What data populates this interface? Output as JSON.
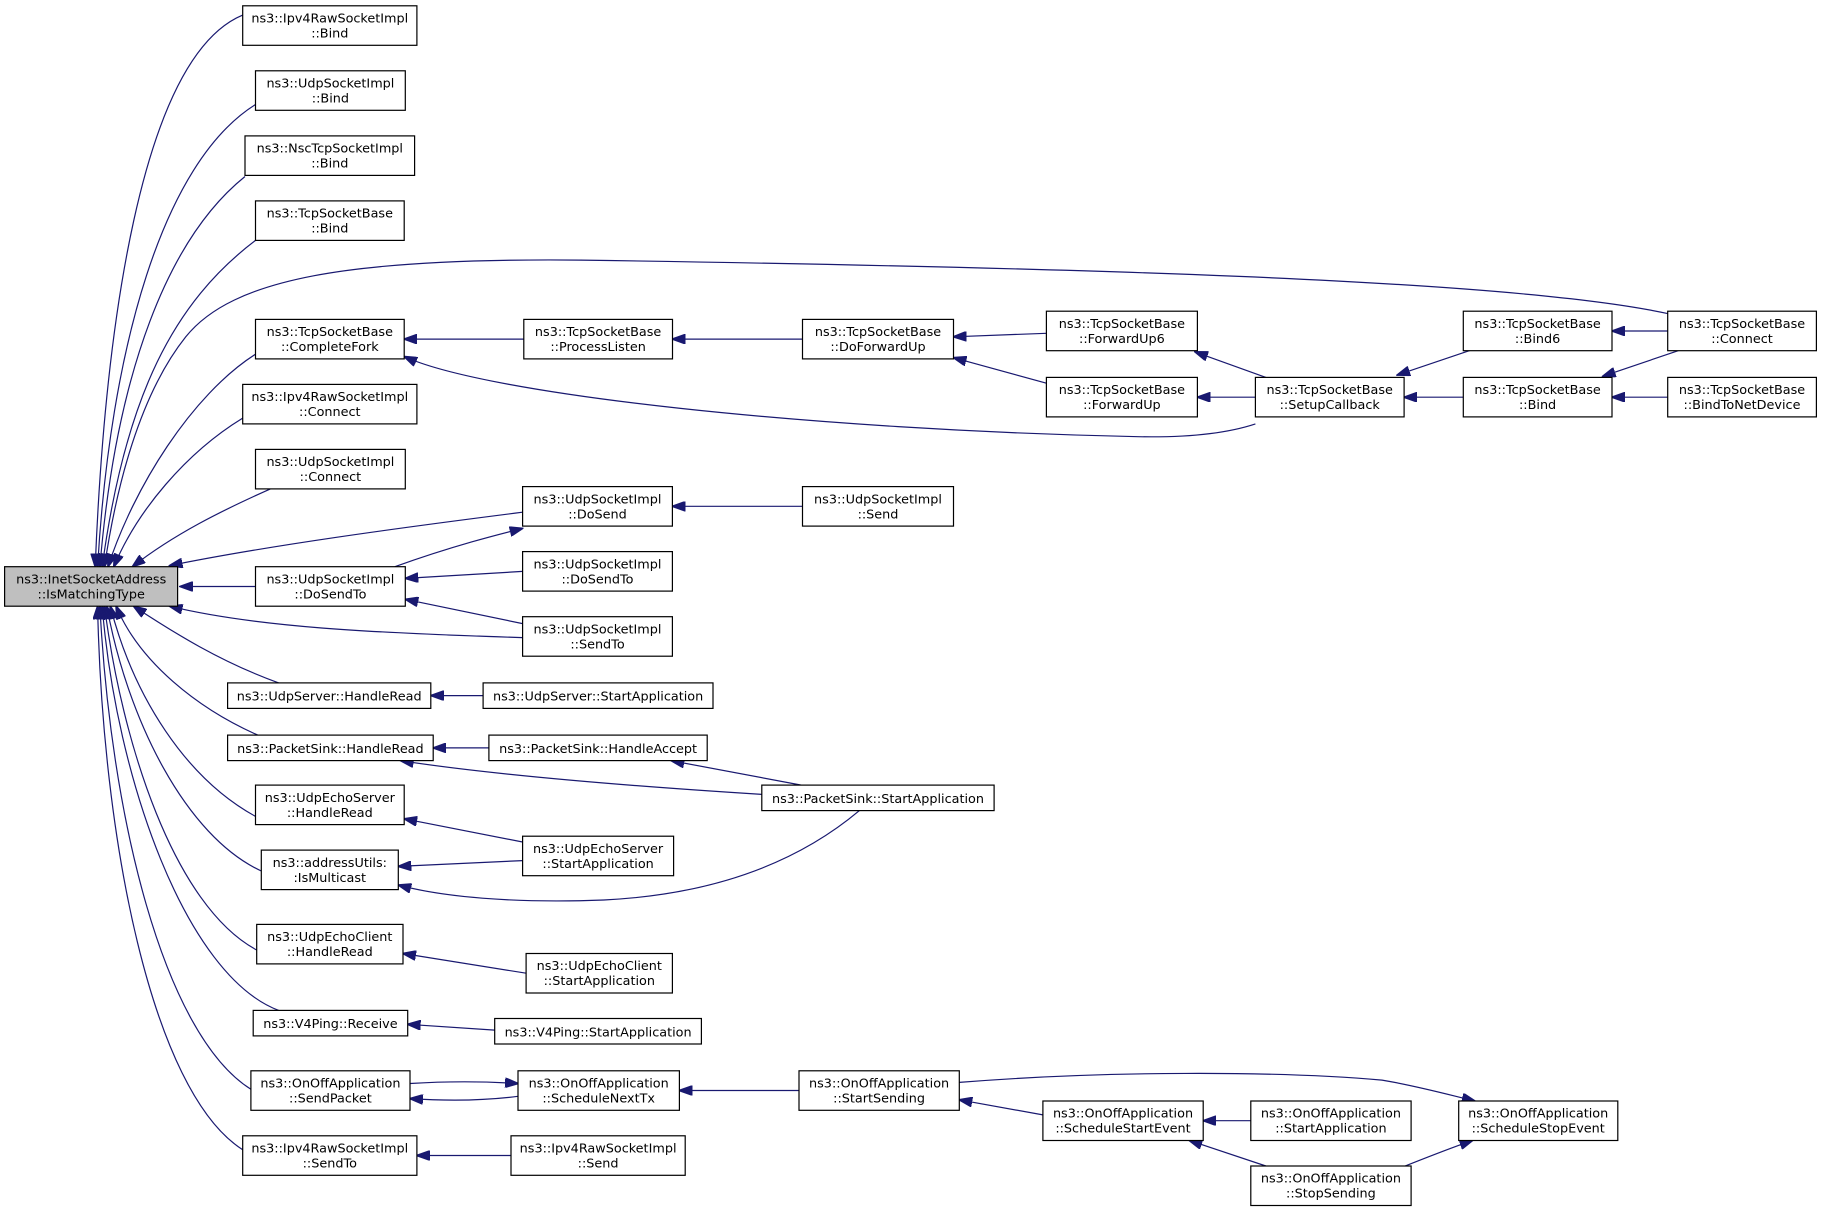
{
  "colors": {
    "edge": "#191970",
    "root_fill": "#bfbfbf",
    "node_fill": "#ffffff",
    "node_border": "#000000"
  },
  "graph": {
    "root": {
      "id": "root",
      "line1": "ns3::InetSocketAddress",
      "line2": "::IsMatchingType"
    },
    "nodes": [
      {
        "id": "ipv4raw_bind",
        "line1": "ns3::Ipv4RawSocketImpl",
        "line2": "::Bind"
      },
      {
        "id": "udp_bind",
        "line1": "ns3::UdpSocketImpl",
        "line2": "::Bind"
      },
      {
        "id": "nsc_bind",
        "line1": "ns3::NscTcpSocketImpl",
        "line2": "::Bind"
      },
      {
        "id": "tcp_bind_a",
        "line1": "ns3::TcpSocketBase",
        "line2": "::Bind"
      },
      {
        "id": "tcp_completefork",
        "line1": "ns3::TcpSocketBase",
        "line2": "::CompleteFork"
      },
      {
        "id": "tcp_processlisten",
        "line1": "ns3::TcpSocketBase",
        "line2": "::ProcessListen"
      },
      {
        "id": "tcp_doforwardup",
        "line1": "ns3::TcpSocketBase",
        "line2": "::DoForwardUp"
      },
      {
        "id": "tcp_forwardup6",
        "line1": "ns3::TcpSocketBase",
        "line2": "::ForwardUp6"
      },
      {
        "id": "tcp_forwardup",
        "line1": "ns3::TcpSocketBase",
        "line2": "::ForwardUp"
      },
      {
        "id": "tcp_setupcallback",
        "line1": "ns3::TcpSocketBase",
        "line2": "::SetupCallback"
      },
      {
        "id": "tcp_bind6",
        "line1": "ns3::TcpSocketBase",
        "line2": "::Bind6"
      },
      {
        "id": "tcp_bind_b",
        "line1": "ns3::TcpSocketBase",
        "line2": "::Bind"
      },
      {
        "id": "tcp_connect",
        "line1": "ns3::TcpSocketBase",
        "line2": "::Connect"
      },
      {
        "id": "tcp_bindtonetdevice",
        "line1": "ns3::TcpSocketBase",
        "line2": "::BindToNetDevice"
      },
      {
        "id": "ipv4raw_connect",
        "line1": "ns3::Ipv4RawSocketImpl",
        "line2": "::Connect"
      },
      {
        "id": "udp_connect",
        "line1": "ns3::UdpSocketImpl",
        "line2": "::Connect"
      },
      {
        "id": "udp_dosend",
        "line1": "ns3::UdpSocketImpl",
        "line2": "::DoSend"
      },
      {
        "id": "udp_send",
        "line1": "ns3::UdpSocketImpl",
        "line2": "::Send"
      },
      {
        "id": "udp_dosendto_a",
        "line1": "ns3::UdpSocketImpl",
        "line2": "::DoSendTo"
      },
      {
        "id": "udp_dosendto_b",
        "line1": "ns3::UdpSocketImpl",
        "line2": "::DoSendTo"
      },
      {
        "id": "udp_sendto",
        "line1": "ns3::UdpSocketImpl",
        "line2": "::SendTo"
      },
      {
        "id": "udpserver_handleread",
        "line1": "ns3::UdpServer::HandleRead",
        "line2": ""
      },
      {
        "id": "udpserver_startapp",
        "line1": "ns3::UdpServer::StartApplication",
        "line2": ""
      },
      {
        "id": "packetsink_handleread",
        "line1": "ns3::PacketSink::HandleRead",
        "line2": ""
      },
      {
        "id": "packetsink_handleaccept",
        "line1": "ns3::PacketSink::HandleAccept",
        "line2": ""
      },
      {
        "id": "packetsink_startapp",
        "line1": "ns3::PacketSink::StartApplication",
        "line2": ""
      },
      {
        "id": "udpechoserver_handleread",
        "line1": "ns3::UdpEchoServer",
        "line2": "::HandleRead"
      },
      {
        "id": "udpechoserver_startapp",
        "line1": "ns3::UdpEchoServer",
        "line2": "::StartApplication"
      },
      {
        "id": "addressutils_ismulticast",
        "line1": "ns3::addressUtils:",
        "line2": ":IsMulticast"
      },
      {
        "id": "udpechoclient_handleread",
        "line1": "ns3::UdpEchoClient",
        "line2": "::HandleRead"
      },
      {
        "id": "udpechoclient_startapp",
        "line1": "ns3::UdpEchoClient",
        "line2": "::StartApplication"
      },
      {
        "id": "v4ping_receive",
        "line1": "ns3::V4Ping::Receive",
        "line2": ""
      },
      {
        "id": "v4ping_startapp",
        "line1": "ns3::V4Ping::StartApplication",
        "line2": ""
      },
      {
        "id": "onoff_sendpacket",
        "line1": "ns3::OnOffApplication",
        "line2": "::SendPacket"
      },
      {
        "id": "onoff_schedulenexttx",
        "line1": "ns3::OnOffApplication",
        "line2": "::ScheduleNextTx"
      },
      {
        "id": "onoff_startsending",
        "line1": "ns3::OnOffApplication",
        "line2": "::StartSending"
      },
      {
        "id": "onoff_schedulestartevent",
        "line1": "ns3::OnOffApplication",
        "line2": "::ScheduleStartEvent"
      },
      {
        "id": "onoff_startapp",
        "line1": "ns3::OnOffApplication",
        "line2": "::StartApplication"
      },
      {
        "id": "onoff_stopsending",
        "line1": "ns3::OnOffApplication",
        "line2": "::StopSending"
      },
      {
        "id": "onoff_schedulestopevent",
        "line1": "ns3::OnOffApplication",
        "line2": "::ScheduleStopEvent"
      },
      {
        "id": "ipv4raw_sendto",
        "line1": "ns3::Ipv4RawSocketImpl",
        "line2": "::SendTo"
      },
      {
        "id": "ipv4raw_send",
        "line1": "ns3::Ipv4RawSocketImpl",
        "line2": "::Send"
      }
    ],
    "edges": [
      {
        "from": "ipv4raw_bind",
        "to": "root"
      },
      {
        "from": "udp_bind",
        "to": "root"
      },
      {
        "from": "nsc_bind",
        "to": "root"
      },
      {
        "from": "tcp_bind_a",
        "to": "root"
      },
      {
        "from": "tcp_connect",
        "to": "root"
      },
      {
        "from": "tcp_completefork",
        "to": "root"
      },
      {
        "from": "ipv4raw_connect",
        "to": "root"
      },
      {
        "from": "udp_connect",
        "to": "root"
      },
      {
        "from": "udp_dosend",
        "to": "root"
      },
      {
        "from": "udp_dosendto_a",
        "to": "root"
      },
      {
        "from": "udp_sendto",
        "to": "root"
      },
      {
        "from": "udpserver_handleread",
        "to": "root"
      },
      {
        "from": "packetsink_handleread",
        "to": "root"
      },
      {
        "from": "udpechoserver_handleread",
        "to": "root"
      },
      {
        "from": "addressutils_ismulticast",
        "to": "root"
      },
      {
        "from": "udpechoclient_handleread",
        "to": "root"
      },
      {
        "from": "v4ping_receive",
        "to": "root"
      },
      {
        "from": "onoff_sendpacket",
        "to": "root"
      },
      {
        "from": "ipv4raw_sendto",
        "to": "root"
      },
      {
        "from": "tcp_processlisten",
        "to": "tcp_completefork"
      },
      {
        "from": "tcp_setupcallback",
        "to": "tcp_completefork"
      },
      {
        "from": "tcp_doforwardup",
        "to": "tcp_processlisten"
      },
      {
        "from": "tcp_forwardup6",
        "to": "tcp_doforwardup"
      },
      {
        "from": "tcp_forwardup",
        "to": "tcp_doforwardup"
      },
      {
        "from": "tcp_setupcallback",
        "to": "tcp_forwardup6"
      },
      {
        "from": "tcp_setupcallback",
        "to": "tcp_forwardup"
      },
      {
        "from": "tcp_bind6",
        "to": "tcp_setupcallback"
      },
      {
        "from": "tcp_bind_b",
        "to": "tcp_setupcallback"
      },
      {
        "from": "tcp_connect",
        "to": "tcp_bind6"
      },
      {
        "from": "tcp_connect",
        "to": "tcp_bind_b"
      },
      {
        "from": "tcp_bindtonetdevice",
        "to": "tcp_bind_b"
      },
      {
        "from": "udp_dosendto_a",
        "to": "udp_dosend"
      },
      {
        "from": "udp_send",
        "to": "udp_dosend"
      },
      {
        "from": "udp_dosendto_b",
        "to": "udp_dosendto_a"
      },
      {
        "from": "udp_sendto",
        "to": "udp_dosendto_a"
      },
      {
        "from": "udpserver_startapp",
        "to": "udpserver_handleread"
      },
      {
        "from": "packetsink_handleaccept",
        "to": "packetsink_handleread"
      },
      {
        "from": "packetsink_startapp",
        "to": "packetsink_handleread"
      },
      {
        "from": "packetsink_startapp",
        "to": "packetsink_handleaccept"
      },
      {
        "from": "udpechoserver_startapp",
        "to": "udpechoserver_handleread"
      },
      {
        "from": "udpechoserver_startapp",
        "to": "addressutils_ismulticast"
      },
      {
        "from": "packetsink_startapp",
        "to": "addressutils_ismulticast"
      },
      {
        "from": "udpechoclient_startapp",
        "to": "udpechoclient_handleread"
      },
      {
        "from": "v4ping_startapp",
        "to": "v4ping_receive"
      },
      {
        "from": "onoff_schedulenexttx",
        "to": "onoff_sendpacket"
      },
      {
        "from": "onoff_sendpacket",
        "to": "onoff_schedulenexttx"
      },
      {
        "from": "onoff_startsending",
        "to": "onoff_schedulenexttx"
      },
      {
        "from": "onoff_schedulestartevent",
        "to": "onoff_startsending"
      },
      {
        "from": "onoff_startsending",
        "to": "onoff_schedulestopevent"
      },
      {
        "from": "onoff_startapp",
        "to": "onoff_schedulestartevent"
      },
      {
        "from": "onoff_stopsending",
        "to": "onoff_schedulestartevent"
      },
      {
        "from": "onoff_stopsending",
        "to": "onoff_schedulestopevent"
      },
      {
        "from": "ipv4raw_send",
        "to": "ipv4raw_sendto"
      }
    ]
  }
}
